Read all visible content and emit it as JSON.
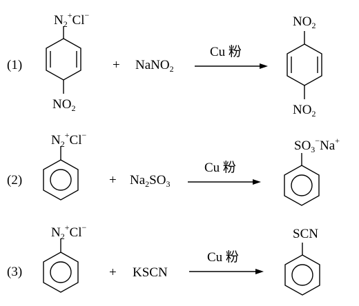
{
  "reactions": [
    {
      "number": "(1)",
      "reactant_top": {
        "base": "N",
        "sub": "2",
        "sup": "+",
        "tail": "Cl",
        "tail_sup": "−"
      },
      "reactant_bottom": {
        "base": "NO",
        "sub": "2"
      },
      "plus": "+",
      "reagent": {
        "base": "NaNO",
        "sub": "2"
      },
      "condition": "Cu 粉",
      "product_top": {
        "base": "NO",
        "sub": "2"
      },
      "product_bottom": {
        "base": "NO",
        "sub": "2"
      }
    },
    {
      "number": "(2)",
      "reactant_top": {
        "base": "N",
        "sub": "2",
        "sup": "+",
        "tail": "Cl",
        "tail_sup": "−"
      },
      "plus": "+",
      "reagent": {
        "pre": "Na",
        "pre_sub": "2",
        "base": "SO",
        "sub": "3"
      },
      "condition": "Cu 粉",
      "product_top": {
        "base": "SO",
        "sub": "3",
        "sup": "−",
        "tail": "Na",
        "tail_sup": "+"
      }
    },
    {
      "number": "(3)",
      "reactant_top": {
        "base": "N",
        "sub": "2",
        "sup": "+",
        "tail": "Cl",
        "tail_sup": "−"
      },
      "plus": "+",
      "reagent": {
        "base": "KSCN"
      },
      "condition": "Cu 粉",
      "product_top": {
        "base": "SCN"
      }
    }
  ]
}
